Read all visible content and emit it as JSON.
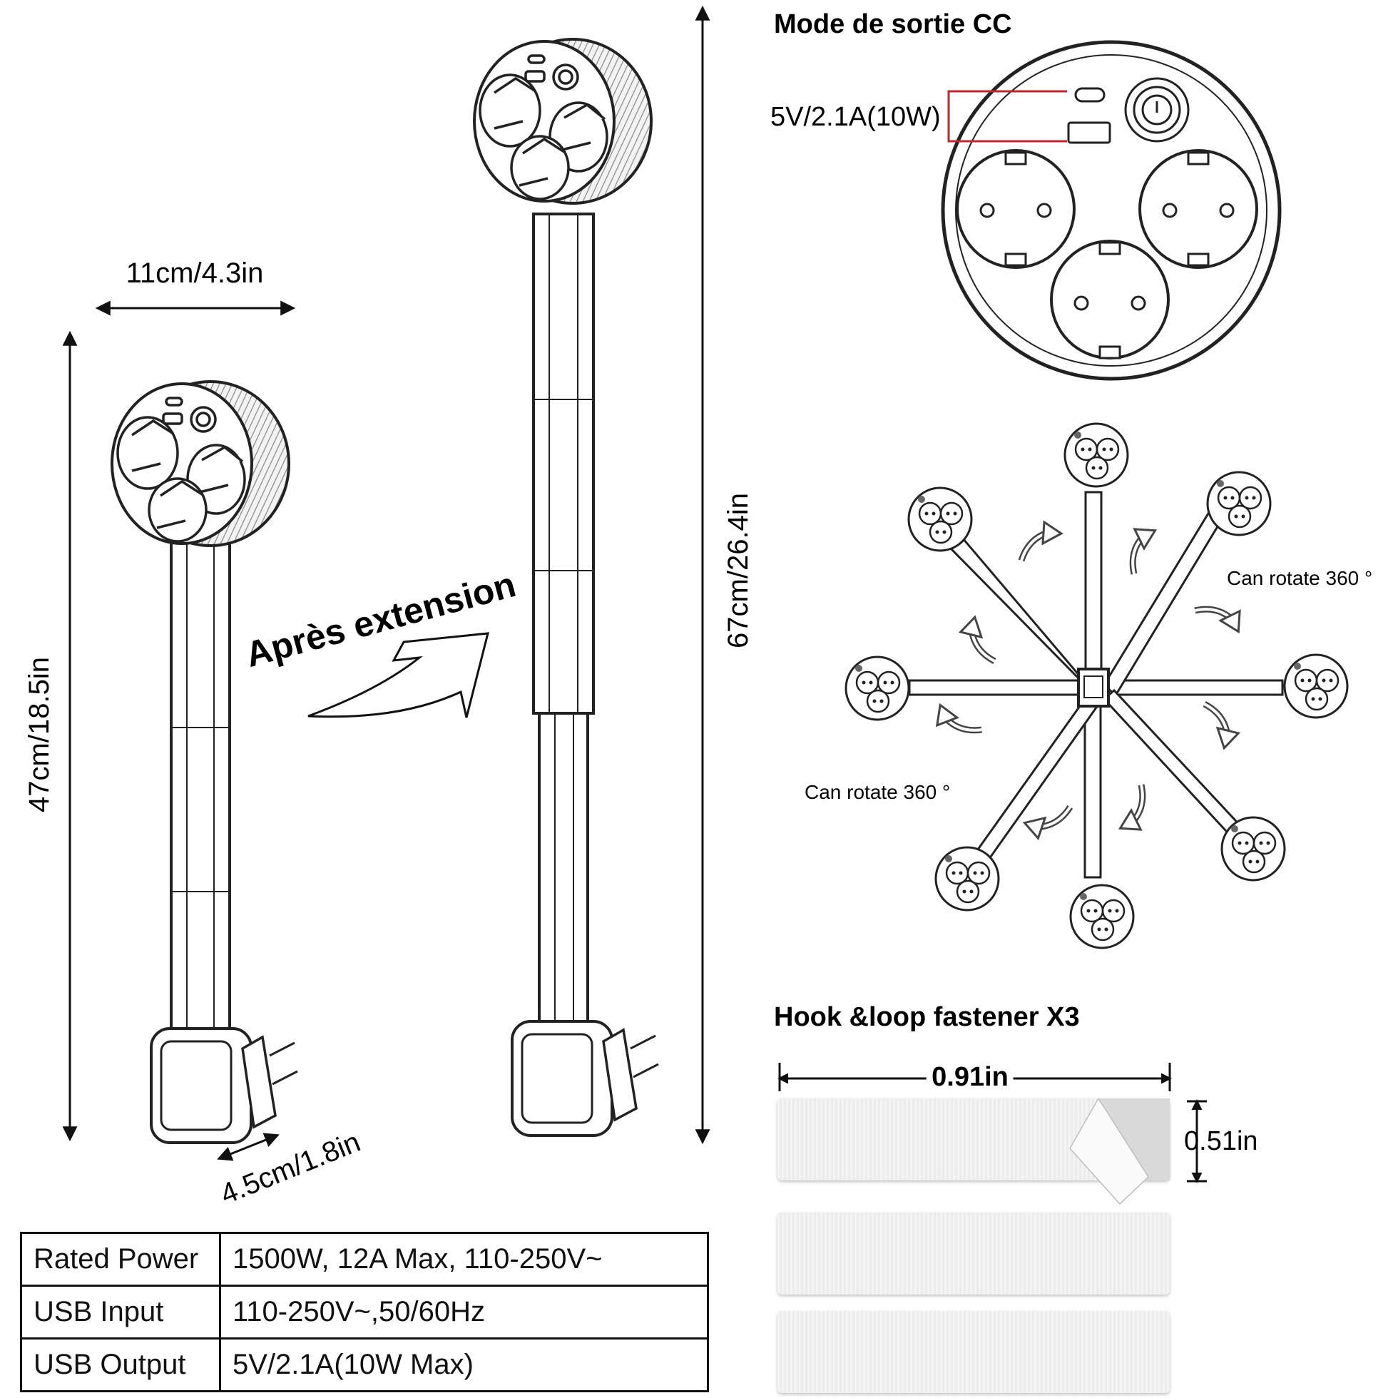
{
  "labels": {
    "width_top": "11cm/4.3in",
    "height_left": "47cm/18.5in",
    "depth_bottom": "4.5cm/1.8in",
    "extension": "Après extension",
    "height_right": "67cm/26.4in"
  },
  "dc_output": {
    "title": "Mode de sortie CC",
    "usb_label": "5V/2.1A(10W)"
  },
  "rotation": {
    "label_right": "Can rotate 360 °",
    "label_left": "Can rotate 360 °"
  },
  "fastener": {
    "title": "Hook &loop fastener X3",
    "width": "0.91in",
    "height": "0.51in",
    "count": 3
  },
  "specs": [
    {
      "key": "Rated Power",
      "value": "1500W, 12A Max, 110-250V~"
    },
    {
      "key": "USB Input",
      "value": "110-250V~,50/60Hz"
    },
    {
      "key": "USB Output",
      "value": "5V/2.1A(10W Max)"
    }
  ],
  "colors": {
    "line": "#111111",
    "accent_red": "#c0262b",
    "knurl": "#8a8a8a"
  }
}
